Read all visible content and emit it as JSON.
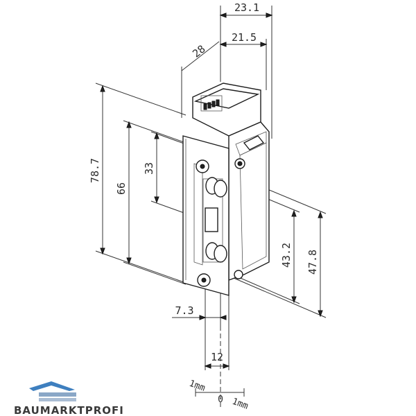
{
  "dimensions": {
    "top_width": "23.1",
    "second_width": "21.5",
    "depth": "28",
    "total_height": "78.7",
    "height_66": "66",
    "height_33": "33",
    "height_43": "43.2",
    "height_47": "47.8",
    "offset": "7.3",
    "width_12": "12"
  },
  "scale": {
    "left": "1mm",
    "center": "0",
    "right": "1mm"
  },
  "brand": {
    "name": "BAUMARKTPROFI",
    "color_primary": "#3e7fbf",
    "color_secondary": "#8aa7c7"
  }
}
